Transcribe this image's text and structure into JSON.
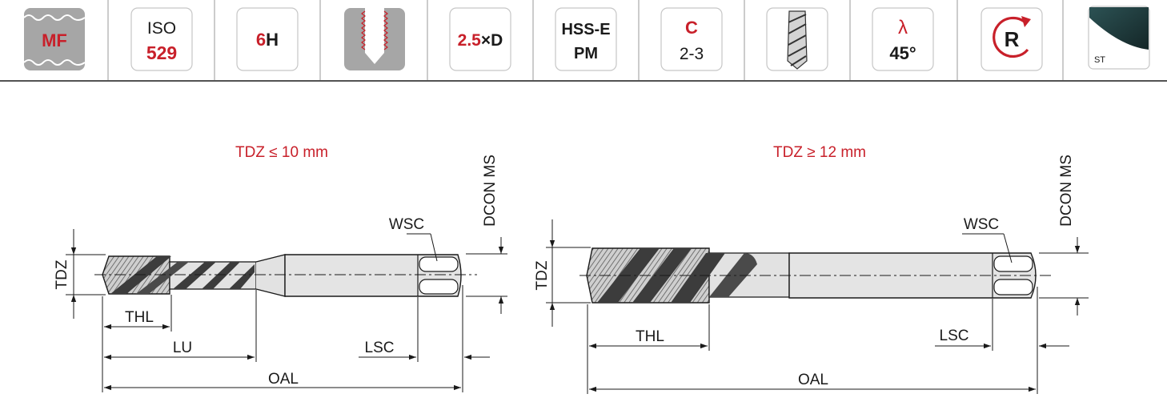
{
  "colors": {
    "accent_red": "#c8202a",
    "line": "#1a1a1a",
    "icon_gray": "#a6a6a6",
    "tool_fill": "#d8d8d8",
    "coating_dark": "#1f3b3d"
  },
  "header": {
    "icons": [
      {
        "name": "thread-type-icon",
        "text": "MF"
      },
      {
        "name": "standard-icon",
        "line1": "ISO",
        "line2": "529"
      },
      {
        "name": "tolerance-icon",
        "red": "6",
        "black": "H"
      },
      {
        "name": "blind-hole-icon",
        "icon": "threaded-blind-hole-icon"
      },
      {
        "name": "depth-icon",
        "red": "2.5",
        "black": "×D"
      },
      {
        "name": "material-icon",
        "line1": "HSS-E",
        "line2": "PM"
      },
      {
        "name": "chamfer-icon",
        "line1": "C",
        "line2": "2-3"
      },
      {
        "name": "spiral-flute-icon",
        "icon": "spiral-flute-tap-icon"
      },
      {
        "name": "helix-angle-icon",
        "line1": "λ",
        "line2": "45°"
      },
      {
        "name": "cutting-direction-icon",
        "text": "R"
      },
      {
        "name": "coating-icon",
        "text": "ST"
      }
    ]
  },
  "diagrams": {
    "left": {
      "title": "TDZ ≤ 10 mm",
      "labels": {
        "tdz": "TDZ",
        "thl": "THL",
        "lu": "LU",
        "lsc": "LSC",
        "oal": "OAL",
        "wsc": "WSC",
        "dcon": "DCON MS"
      }
    },
    "right": {
      "title": "TDZ ≥ 12 mm",
      "labels": {
        "tdz": "TDZ",
        "thl": "THL",
        "lsc": "LSC",
        "oal": "OAL",
        "wsc": "WSC",
        "dcon": "DCON MS"
      }
    }
  }
}
